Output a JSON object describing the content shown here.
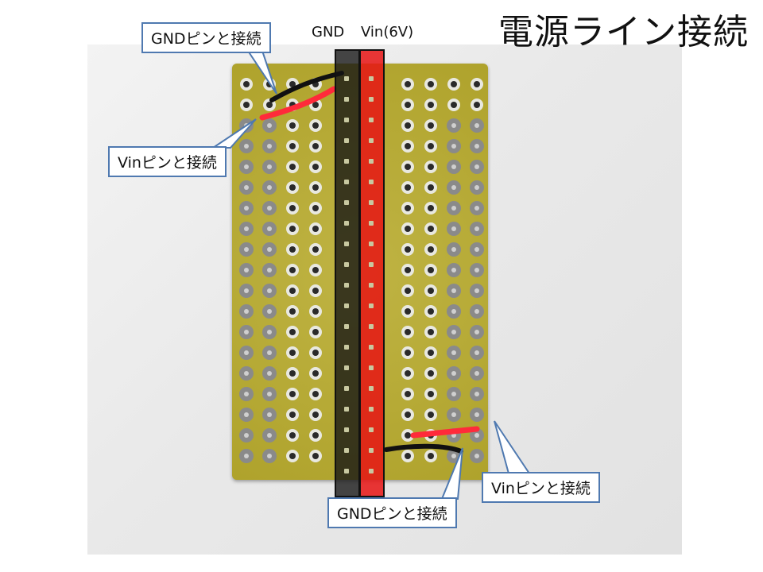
{
  "title": "電源ライン接続",
  "header_labels": {
    "gnd": "GND",
    "vin": "Vin(6V)"
  },
  "callouts": {
    "gnd_top": "GNDピンと接続",
    "vin_top": "Vinピンと接続",
    "vin_bottom": "Vinピンと接続",
    "gnd_bottom": "GNDピンと接続"
  },
  "colors": {
    "board": "#b8ab2e",
    "vin_header": "#e61414",
    "gnd_header": "#141414",
    "callout_border": "#4f79b0",
    "red_wire": "#ff2a3a",
    "black_wire": "#111111"
  }
}
